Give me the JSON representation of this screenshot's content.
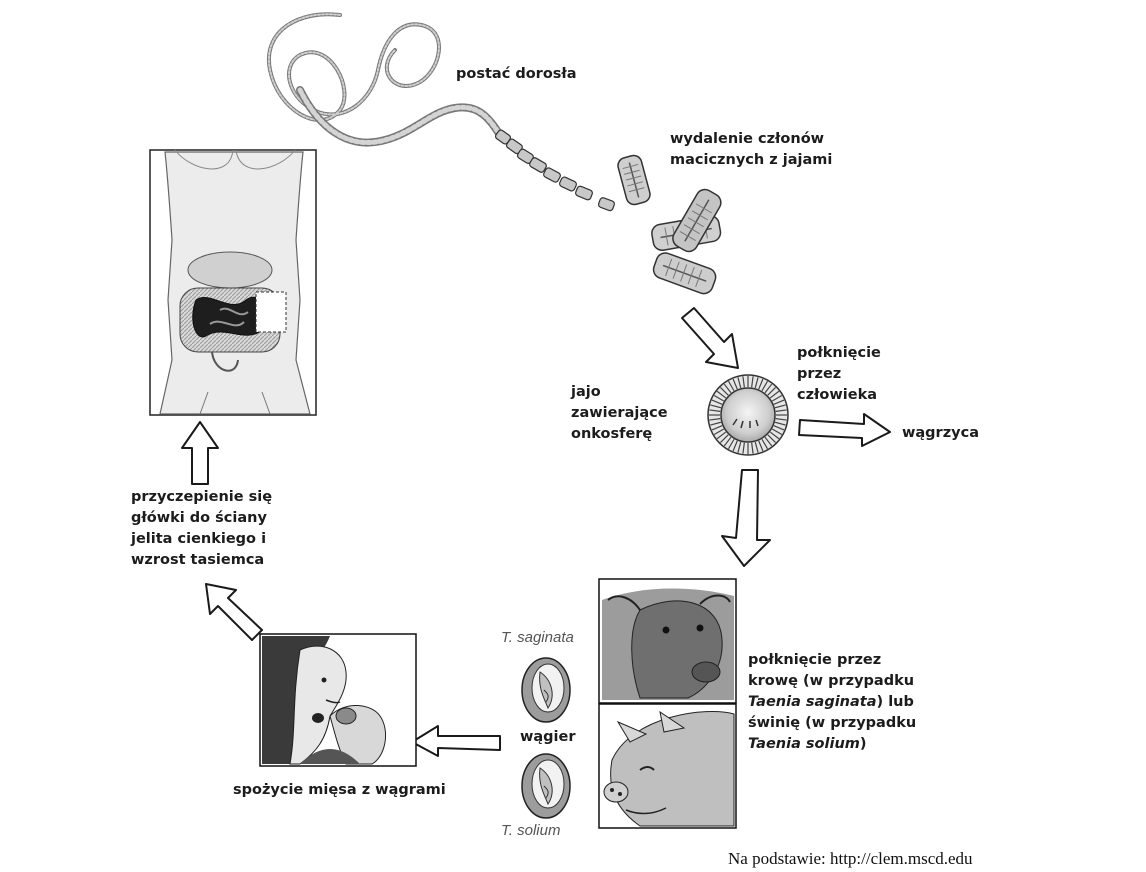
{
  "labels": {
    "adult_form": "postać dorosła",
    "excretion": [
      "wydalenie członów",
      "macicznych z jajami"
    ],
    "egg": [
      "jajo",
      "zawierające",
      "onkosferę"
    ],
    "human_ingestion": [
      "połknięcie",
      "przez",
      "człowieka"
    ],
    "cysticercosis": "wągrzyca",
    "animal_ingestion": {
      "line1": "połknięcie przez",
      "line2": "krowę (w przypadku",
      "line3_species": "Taenia saginata",
      "line3_rest": ") lub",
      "line4": "świnię (w przypadku",
      "line5_species": "Taenia solium",
      "line5_rest": ")"
    },
    "cyst": "wągier",
    "species_top": "T. saginata",
    "species_bottom": "T. solium",
    "meat_consumption": "spożycie mięsa z wągrami",
    "attachment": [
      "przyczepienie się",
      "główki do ściany",
      "jelita cienkiego i",
      "wzrost tasiemca"
    ]
  },
  "source": "Na podstawie: http://clem.mscd.edu",
  "colors": {
    "text": "#1c1c1c",
    "species_text": "#555555",
    "stroke": "#222222",
    "gray_fill": "#bdbdbd"
  },
  "icons": {
    "adult_worm": "tapeworm",
    "proglottids": "gravid-proglottid",
    "egg": "onchosphere-egg",
    "cow": "cow-head",
    "pig": "pig-head",
    "human_body": "human-intestines",
    "human_eating": "person-eating"
  }
}
